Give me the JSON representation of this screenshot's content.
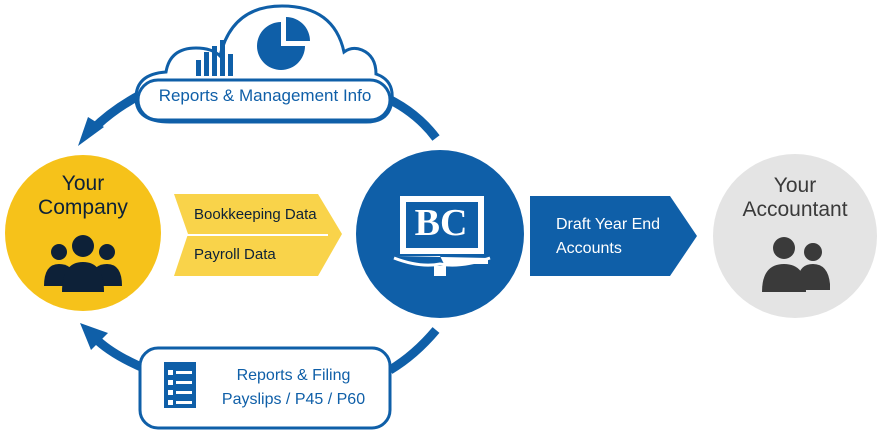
{
  "cloud": {
    "label": "Reports & Management Info",
    "icons": [
      "bar-chart-icon",
      "pie-chart-icon"
    ]
  },
  "company": {
    "title_line1": "Your",
    "title_line2": "Company",
    "icon": "people-group-icon"
  },
  "inputs": {
    "item1": "Bookkeeping Data",
    "item2": "Payroll Data"
  },
  "center": {
    "logo_text": "BC",
    "icon": "book-monitor-icon"
  },
  "output": {
    "line1": "Draft Year End",
    "line2": "Accounts"
  },
  "accountant": {
    "title_line1": "Your",
    "title_line2": "Accountant",
    "icon": "people-pair-icon"
  },
  "filing": {
    "line1": "Reports & Filing",
    "line2": "Payslips / P45 / P60",
    "icon": "document-list-icon"
  },
  "colors": {
    "blue": "#0f5fa8",
    "yellow": "#f6c21a",
    "light_yellow": "#f9d34a",
    "grey": "#e4e4e4",
    "dark": "#3a3a3a"
  }
}
